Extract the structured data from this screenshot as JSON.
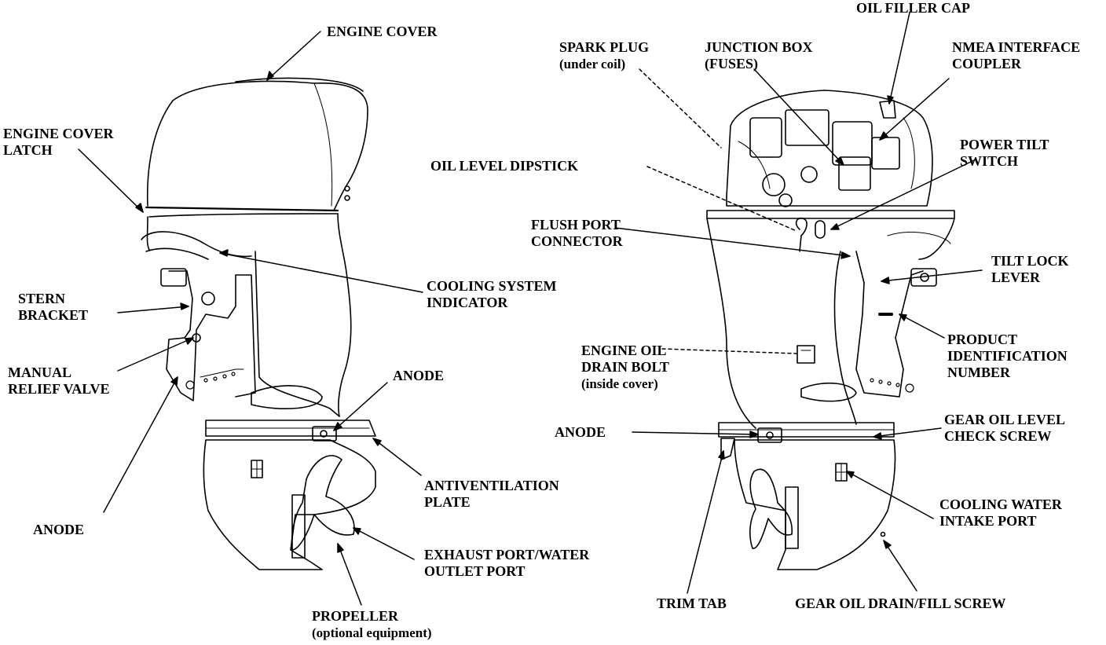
{
  "labels": {
    "engine_cover": "ENGINE COVER",
    "engine_cover_latch": [
      "ENGINE COVER",
      "LATCH"
    ],
    "cooling_system_indicator": [
      "COOLING SYSTEM",
      "INDICATOR"
    ],
    "stern_bracket": [
      "STERN",
      "BRACKET"
    ],
    "manual_relief_valve": [
      "MANUAL",
      "RELIEF VALVE"
    ],
    "anode_left_plate": "ANODE",
    "anode_left_bracket": "ANODE",
    "antiventilation_plate": [
      "ANTIVENTILATION",
      "PLATE"
    ],
    "exhaust_port": [
      "EXHAUST PORT/WATER",
      "OUTLET PORT"
    ],
    "propeller": [
      "PROPELLER",
      "(optional equipment)"
    ],
    "spark_plug": [
      "SPARK PLUG",
      "(under coil)"
    ],
    "junction_box": [
      "JUNCTION BOX",
      "(FUSES)"
    ],
    "oil_filler_cap": "OIL FILLER CAP",
    "nmea_interface_coupler": [
      "NMEA INTERFACE",
      "COUPLER"
    ],
    "oil_level_dipstick": "OIL LEVEL DIPSTICK",
    "power_tilt_switch": [
      "POWER TILT",
      "SWITCH"
    ],
    "flush_port_connector": [
      "FLUSH PORT",
      "CONNECTOR"
    ],
    "tilt_lock_lever": [
      "TILT LOCK",
      "LEVER"
    ],
    "product_identification_number": [
      "PRODUCT",
      "IDENTIFICATION",
      "NUMBER"
    ],
    "engine_oil_drain_bolt": [
      "ENGINE OIL",
      "DRAIN BOLT",
      "(inside cover)"
    ],
    "anode_right": "ANODE",
    "gear_oil_level_check_screw": [
      "GEAR OIL LEVEL",
      "CHECK SCREW"
    ],
    "cooling_water_intake_port": [
      "COOLING WATER",
      "INTAKE PORT"
    ],
    "trim_tab": "TRIM TAB",
    "gear_oil_drain_fill_screw": "GEAR OIL DRAIN/FILL SCREW"
  },
  "colors": {
    "ink": "#000000",
    "paper": "#ffffff"
  }
}
